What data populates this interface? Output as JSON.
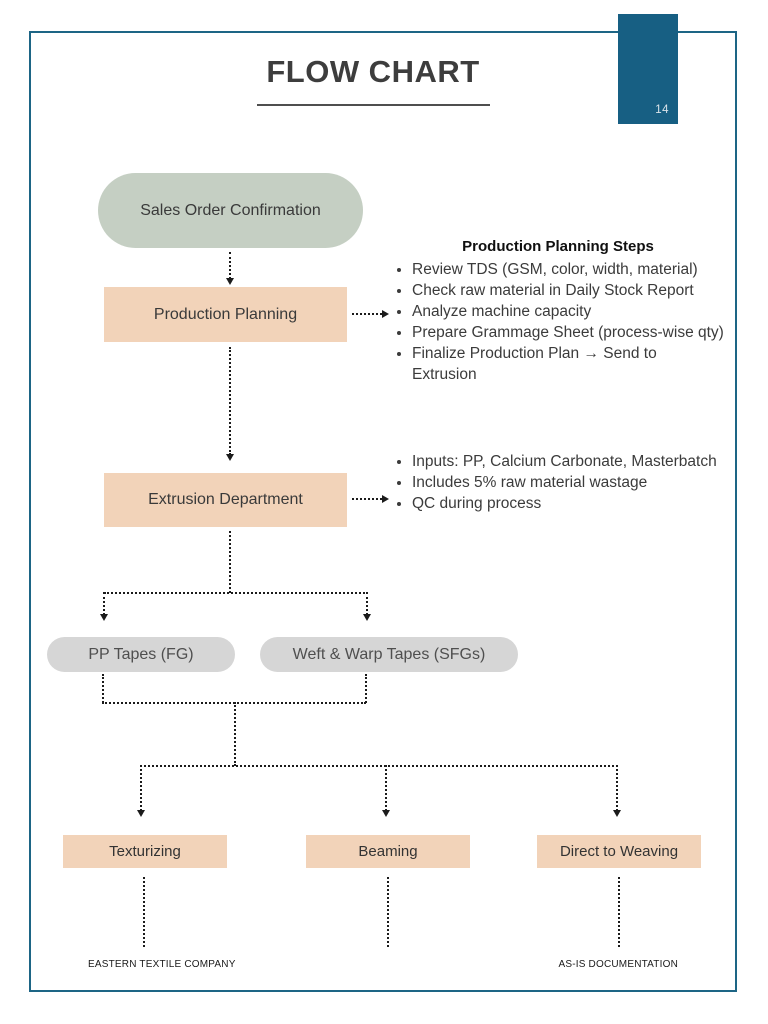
{
  "page": {
    "title": "FLOW CHART",
    "page_number": "14",
    "footer_left": "EASTERN TEXTILE COMPANY",
    "footer_right": "AS-IS DOCUMENTATION"
  },
  "flowchart": {
    "nodes": {
      "sales_order": "Sales Order Confirmation",
      "production_planning": "Production Planning",
      "extrusion": "Extrusion Department",
      "pp_tapes": "PP Tapes (FG)",
      "weft_warp_tapes": "Weft & Warp Tapes (SFGs)",
      "texturizing": "Texturizing",
      "beaming": "Beaming",
      "direct_weaving": "Direct to Weaving"
    },
    "planning_steps": {
      "heading": "Production Planning Steps",
      "items": [
        "Review TDS (GSM, color, width, material)",
        "Check raw material in Daily Stock Report",
        "Analyze machine capacity",
        "Prepare Grammage Sheet (process-wise qty)",
        "Finalize Production Plan → Send to Extrusion"
      ]
    },
    "extrusion_notes": {
      "items": [
        "Inputs: PP, Calcium Carbonate, Masterbatch",
        "Includes 5% raw material wastage",
        "QC during process"
      ]
    }
  },
  "colors": {
    "accent_teal": "#175f83",
    "border_teal": "#1d6585",
    "node_sage": "#c5cfc3",
    "node_peach": "#f2d3b9",
    "node_gray": "#d6d6d6"
  }
}
